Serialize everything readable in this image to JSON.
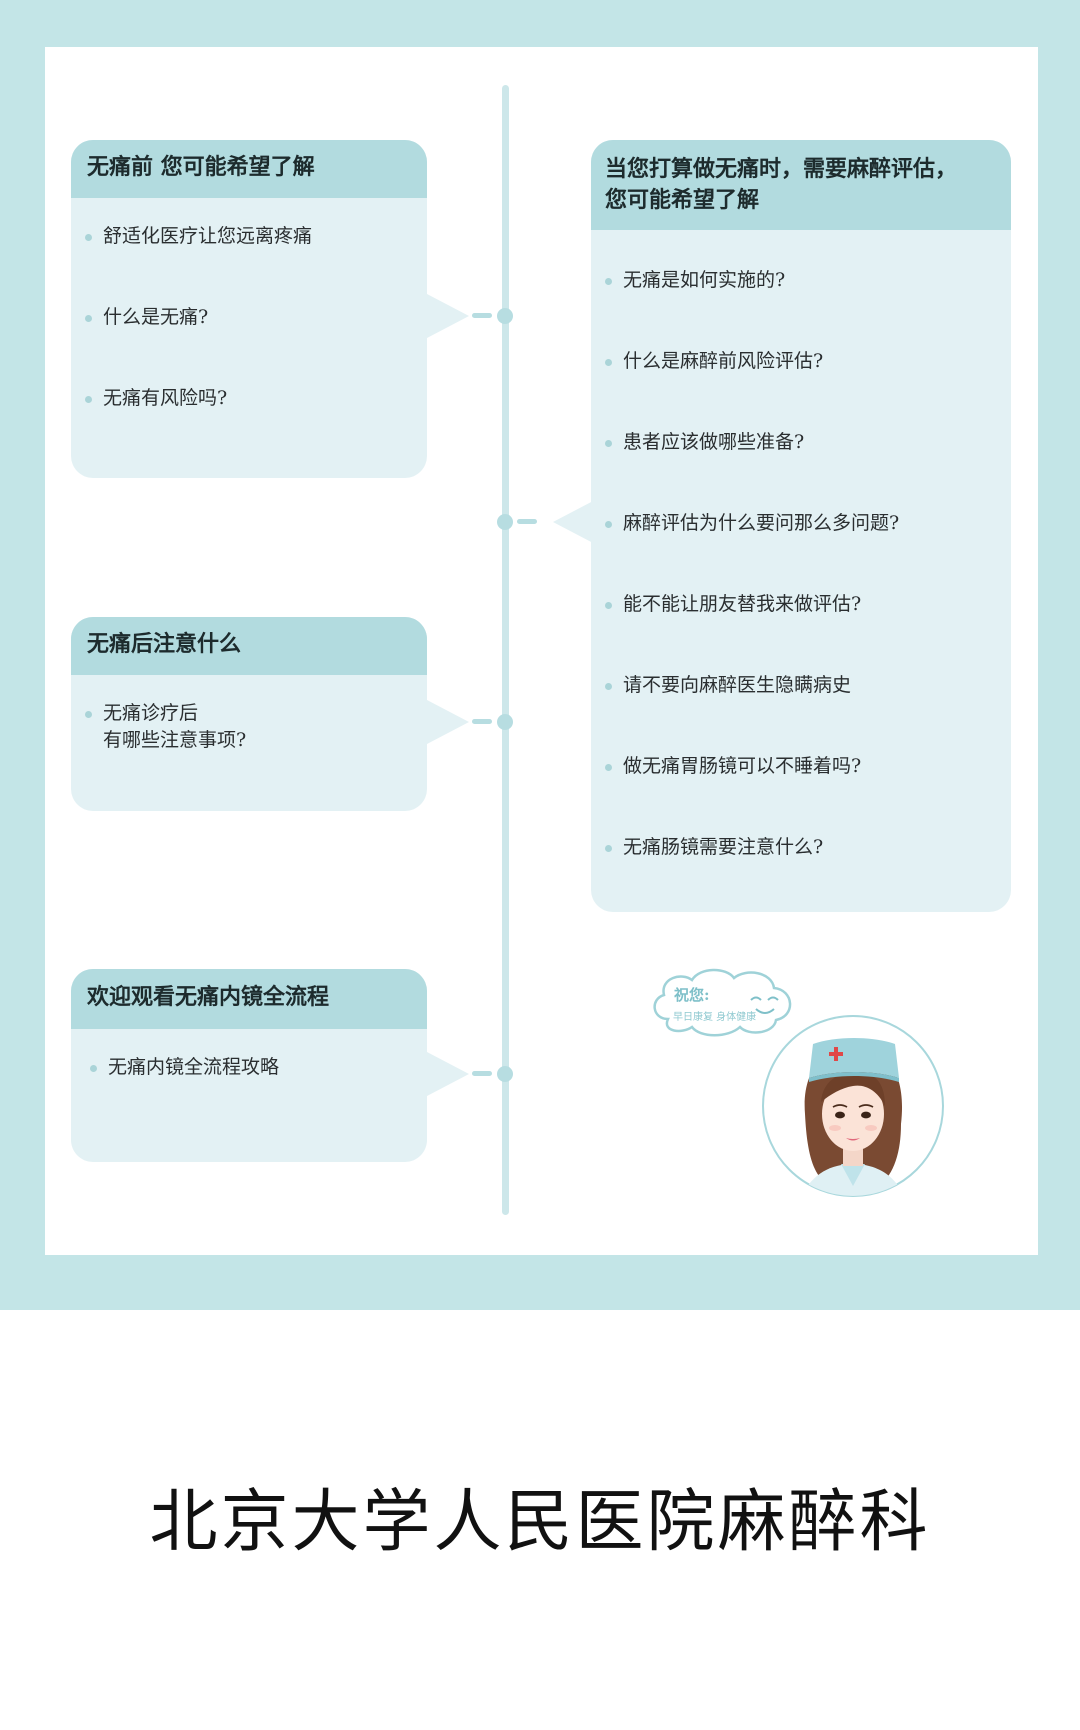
{
  "cards": {
    "before": {
      "title": "无痛前 您可能希望了解",
      "items": [
        "舒适化医疗让您远离疼痛",
        "什么是无痛?",
        "无痛有风险吗?"
      ]
    },
    "after": {
      "title": "无痛后注意什么",
      "item_line1": "无痛诊疗后",
      "item_line2": "有哪些注意事项?"
    },
    "video": {
      "title": "欢迎观看无痛内镜全流程",
      "items": [
        "无痛内镜全流程攻略"
      ]
    },
    "assessment": {
      "title_line1": "当您打算做无痛时，需要麻醉评估，",
      "title_line2": "您可能希望了解",
      "items": [
        "无痛是如何实施的?",
        "什么是麻醉前风险评估?",
        "患者应该做哪些准备?",
        "麻醉评估为什么要问那么多问题?",
        "能不能让朋友替我来做评估?",
        "请不要向麻醉医生隐瞒病史",
        "做无痛胃肠镜可以不睡着吗?",
        "无痛肠镜需要注意什么?"
      ]
    }
  },
  "cloud": {
    "line1": "祝您:",
    "line2": "早日康复 身体健康"
  },
  "footer": "北京大学人民医院麻醉科",
  "colors": {
    "frame": "#c3e5e7",
    "card_body": "#e3f1f4",
    "card_head": "#b2dbdf",
    "timeline": "#cde7ea"
  }
}
